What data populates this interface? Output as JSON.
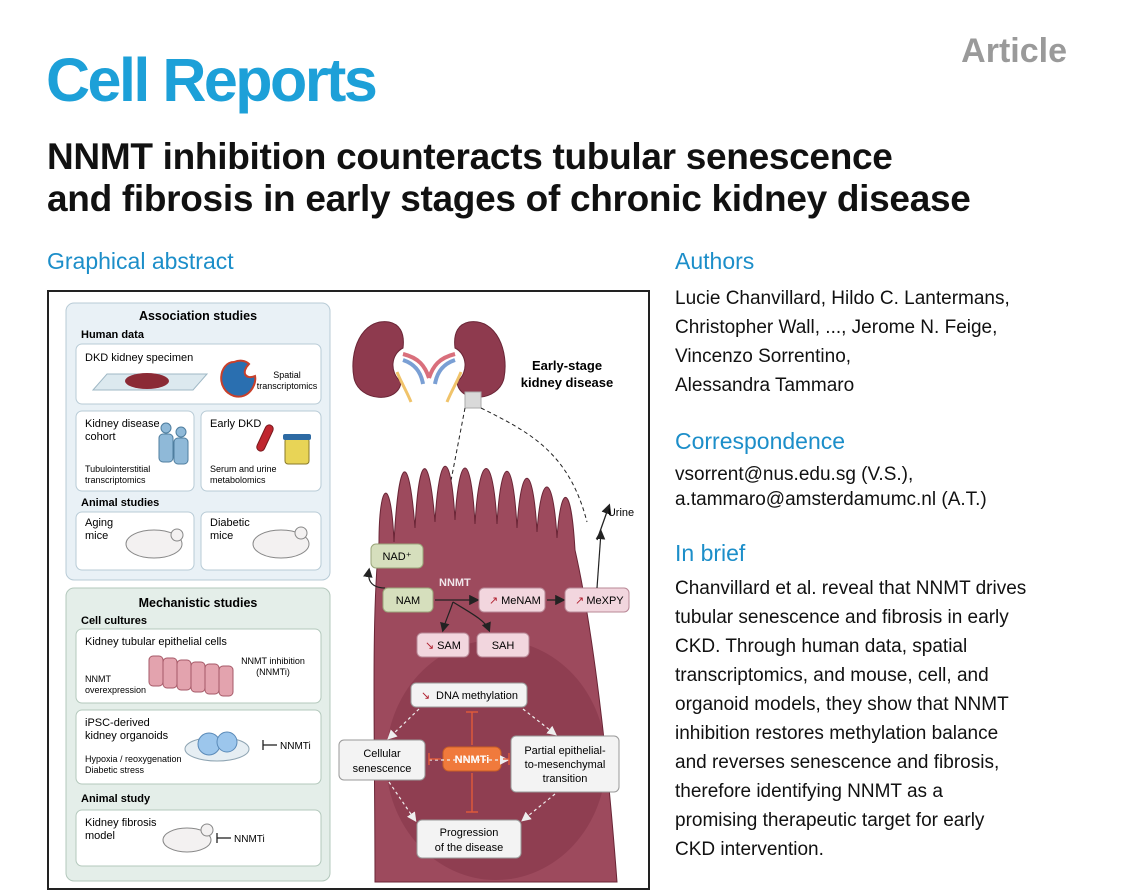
{
  "header": {
    "journal": "Cell Reports",
    "article_type": "Article"
  },
  "title": {
    "lines": [
      "NNMT inhibition counteracts tubular senescence",
      "and fibrosis in early stages of chronic kidney disease"
    ]
  },
  "graphical_abstract": {
    "heading": "Graphical abstract",
    "association": {
      "title": "Association studies",
      "human_data": "Human data",
      "dkd_specimen": "DKD kidney specimen",
      "spatial_1": "Spatial",
      "spatial_2": "transcriptomics",
      "cohort_1": "Kidney disease",
      "cohort_2": "cohort",
      "tubulo_1": "Tubulointerstitial",
      "tubulo_2": "transcriptomics",
      "early_dkd": "Early DKD",
      "serum_1": "Serum and urine",
      "serum_2": "metabolomics",
      "animal_studies": "Animal studies",
      "aging_1": "Aging",
      "aging_2": "mice",
      "diabetic_1": "Diabetic",
      "diabetic_2": "mice"
    },
    "mechanistic": {
      "title": "Mechanistic studies",
      "cell_cultures": "Cell cultures",
      "tubular_cells": "Kidney tubular epithelial cells",
      "inhib_1": "NNMT inhibition",
      "inhib_2": "(NNMTi)",
      "overexp_1": "NNMT",
      "overexp_2": "overexpression",
      "ipsc_1": "iPSC-derived",
      "ipsc_2": "kidney organoids",
      "nnmti_organoid": "NNMTi",
      "hypoxia": "Hypoxia / reoxygenation",
      "diabetic_stress": "Diabetic stress",
      "animal_study": "Animal study",
      "fibrosis_1": "Kidney fibrosis",
      "fibrosis_2": "model",
      "nnmti_mouse": "NNMTi"
    },
    "pathway": {
      "early_stage_1": "Early-stage",
      "early_stage_2": "kidney disease",
      "urine": "Urine",
      "nad": "NAD⁺",
      "nnmt": "NNMT",
      "nam": "NAM",
      "menam": "MeNAM",
      "mexpy": "MeXPY",
      "sam": "SAM",
      "sah": "SAH",
      "dna_methylation": "DNA methylation",
      "cellular_1": "Cellular",
      "cellular_2": "senescence",
      "nnmti": "NNMTi",
      "partial_1": "Partial epithelial-",
      "partial_2": "to-mesenchymal",
      "partial_3": "transition",
      "progression_1": "Progression",
      "progression_2": "of the disease",
      "up_arrow": "↗",
      "down_arrow": "↘"
    }
  },
  "authors": {
    "heading": "Authors",
    "lines": [
      "Lucie Chanvillard, Hildo C. Lantermans,",
      "Christopher Wall, ..., Jerome N. Feige,",
      "Vincenzo Sorrentino,",
      "Alessandra Tammaro"
    ]
  },
  "correspondence": {
    "heading": "Correspondence",
    "lines": [
      "vsorrent@nus.edu.sg (V.S.),",
      "a.tammaro@amsterdamumc.nl (A.T.)"
    ]
  },
  "in_brief": {
    "heading": "In brief",
    "lines": [
      "Chanvillard et al. reveal that NNMT drives",
      "tubular senescence and fibrosis in early",
      "CKD. Through human data, spatial",
      "transcriptomics, and mouse, cell, and",
      "organoid models, they show that NNMT",
      "inhibition restores methylation balance",
      "and reverses senescence and fibrosis,",
      "therefore identifying NNMT as a",
      "promising therapeutic target for early",
      "CKD intervention."
    ]
  },
  "colors": {
    "brand_blue": "#1da0d8",
    "heading_blue": "#1c8ec9",
    "article_gray": "#9a9a9a",
    "kidney": "#8e3a4e",
    "nnmti_orange": "#f07a3c"
  }
}
